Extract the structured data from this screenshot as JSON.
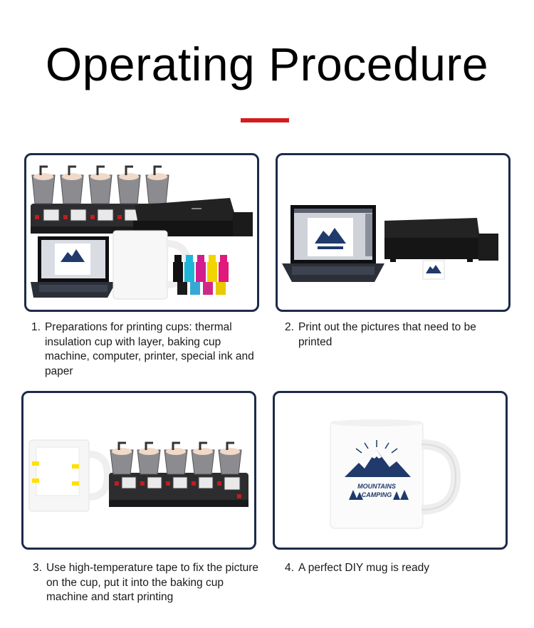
{
  "header": {
    "title": "Operating Procedure",
    "accent_color": "#d21d1d"
  },
  "colors": {
    "card_border": "#1d2b4a",
    "logo_navy": "#1f3a6b"
  },
  "steps": [
    {
      "number": "1.",
      "text": "Preparations for printing cups: thermal insulation cup with layer, baking cup machine, computer, printer, special ink and paper",
      "image_icons": [
        "mug-press-machine-icon",
        "printer-icon",
        "laptop-icon",
        "white-mug-icon",
        "ink-bottles-icon"
      ]
    },
    {
      "number": "2.",
      "text": "Print out the pictures that need to be printed",
      "image_icons": [
        "laptop-icon",
        "printer-icon"
      ]
    },
    {
      "number": "3.",
      "text": "Use high-temperature tape to fix the picture on the cup, put it into the baking cup machine and start printing",
      "image_icons": [
        "taped-mug-icon",
        "mug-press-machine-icon"
      ]
    },
    {
      "number": "4.",
      "text": "A perfect DIY mug is ready",
      "image_icons": [
        "finished-mug-icon"
      ]
    }
  ],
  "mug_print": {
    "line1": "MOUNTAINS",
    "line2": "CAMPING"
  }
}
